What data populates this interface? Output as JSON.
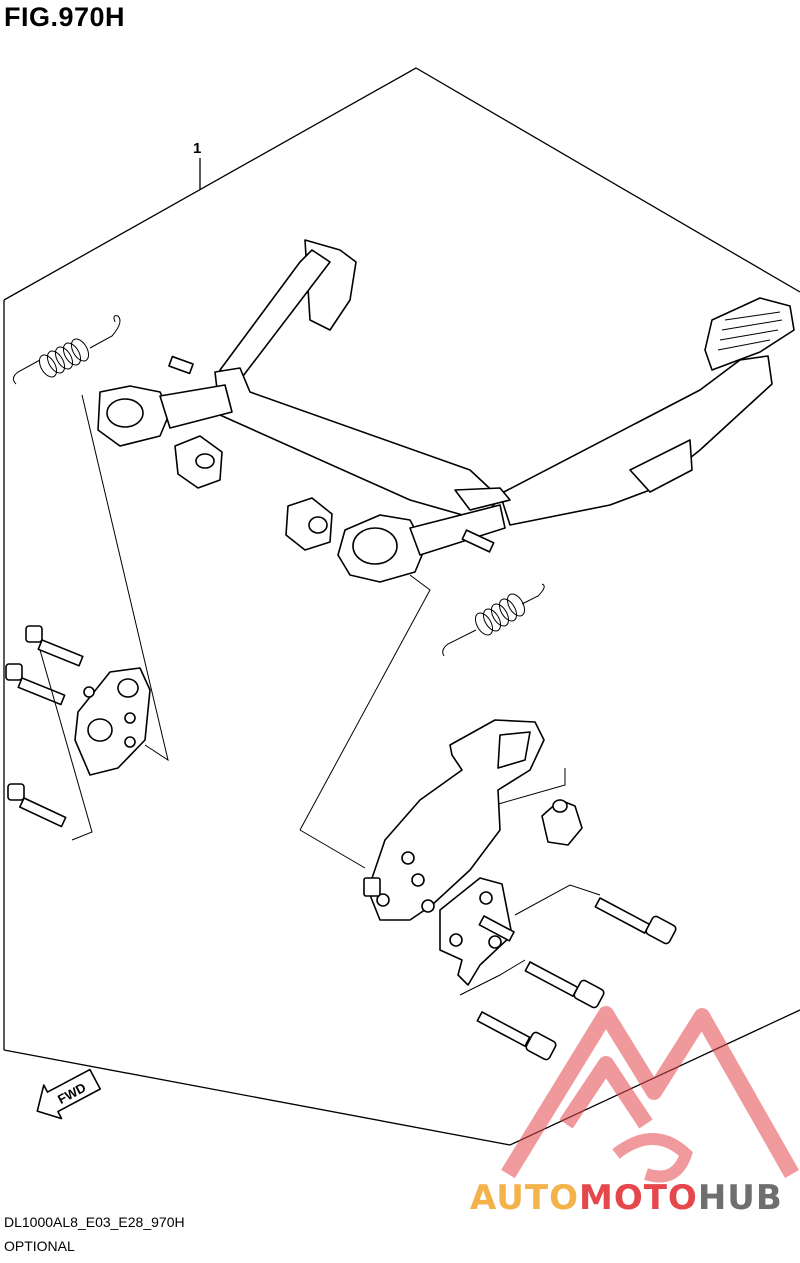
{
  "figure": {
    "title": "FIG.970H",
    "callout_number": "1",
    "fwd_label": "FWD"
  },
  "footer": {
    "drawing_code": "DL1000AL8_E03_E28_970H",
    "category": "OPTIONAL"
  },
  "watermark": {
    "part1": "AUTO",
    "part2": "MOTO",
    "part3": "HUB",
    "colors": {
      "orange": "#f3b24a",
      "red": "#e5474c",
      "grey": "#6f6f6f"
    }
  }
}
